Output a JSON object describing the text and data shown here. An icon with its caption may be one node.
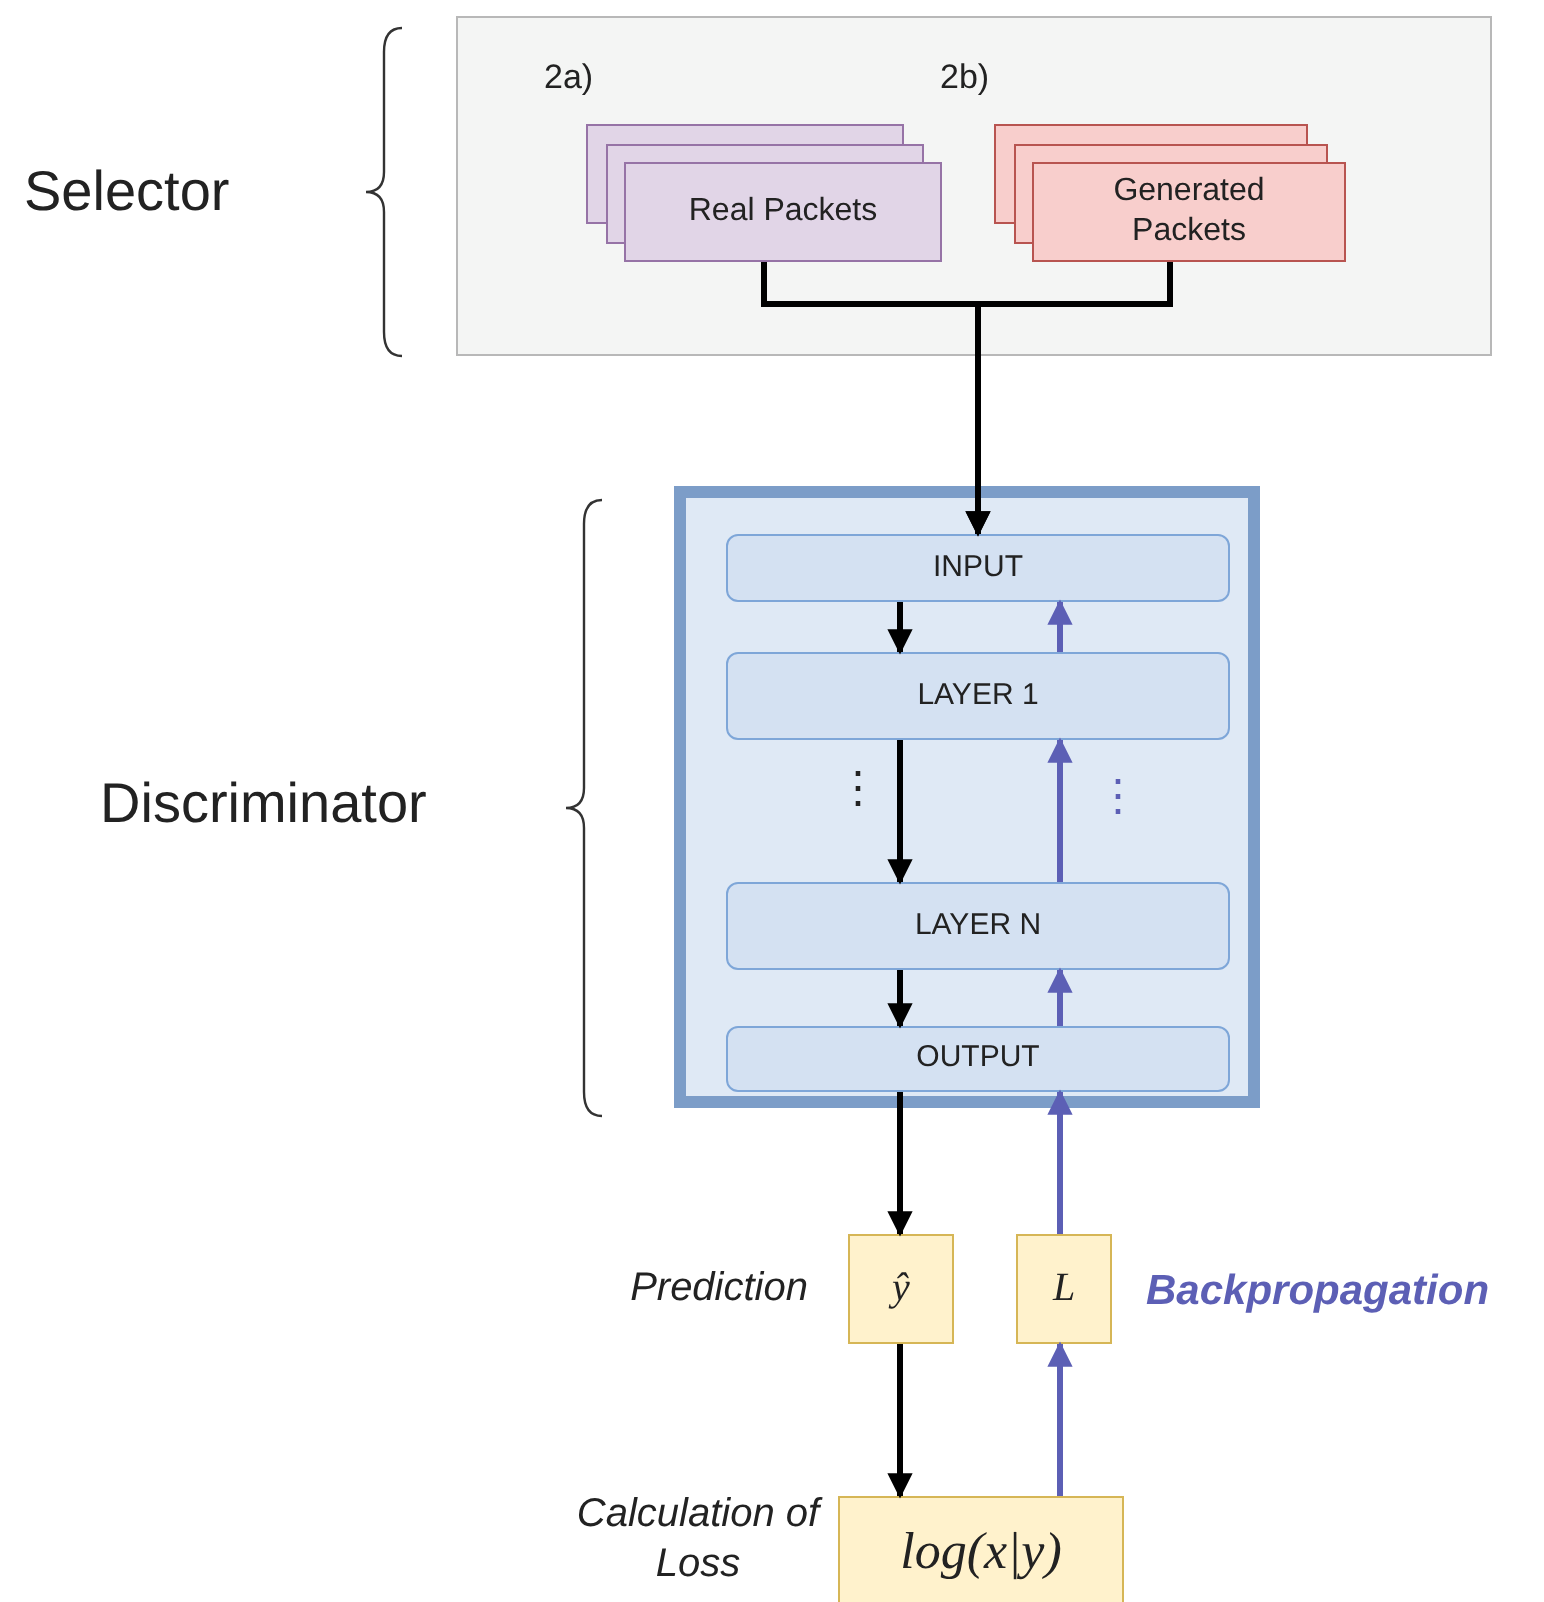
{
  "diagram": {
    "nodes": [
      {
        "text": [],
        "shape": "box"
      },
      {
        "text": [
          "Real Packets"
        ],
        "in": 0,
        "beside": [
          "2a)"
        ]
      },
      {
        "text": [
          "Generated Packets"
        ],
        "in": 0,
        "beside": [
          "2b)"
        ]
      },
      {
        "text": [],
        "shape": "box"
      },
      {
        "text": [
          "INPUT"
        ],
        "in": 3
      },
      {
        "text": [
          "LAYER 1"
        ],
        "in": 3
      },
      {
        "text": [
          "LAYER N"
        ],
        "in": 3
      },
      {
        "text": [
          "OUTPUT"
        ],
        "in": 3
      },
      {
        "text": [
          "ŷ"
        ],
        "beside": [
          "Prediction"
        ]
      },
      {
        "text": [
          "L"
        ],
        "beside": [
          "Backpropagation"
        ]
      },
      {
        "text": [
          "log(x|y)"
        ],
        "beside": [
          "Calculation of Loss"
        ]
      }
    ],
    "edges": [
      {
        "from": 1,
        "to": 4,
        "arrow": "to"
      },
      {
        "from": 2,
        "to": 4,
        "arrow": "to"
      },
      {
        "from": 4,
        "to": 5,
        "arrow": "to"
      },
      {
        "from": 5,
        "to": 6,
        "arrow": "to"
      },
      {
        "from": 6,
        "to": 7,
        "arrow": "to"
      },
      {
        "from": 7,
        "to": 8,
        "arrow": "to"
      },
      {
        "from": 8,
        "to": 10,
        "arrow": "to"
      },
      {
        "from": 10,
        "to": 9,
        "arrow": "to",
        "color": "#5c5fb5"
      },
      {
        "from": 9,
        "to": 7,
        "arrow": "to",
        "color": "#5c5fb5"
      },
      {
        "from": 7,
        "to": 6,
        "arrow": "to",
        "color": "#5c5fb5"
      },
      {
        "from": 6,
        "to": 5,
        "arrow": "to",
        "color": "#5c5fb5"
      },
      {
        "from": 5,
        "to": 4,
        "arrow": "to",
        "color": "#5c5fb5"
      }
    ],
    "labels": [
      "Selector",
      "Discriminator",
      "⋮",
      "⋮"
    ]
  }
}
